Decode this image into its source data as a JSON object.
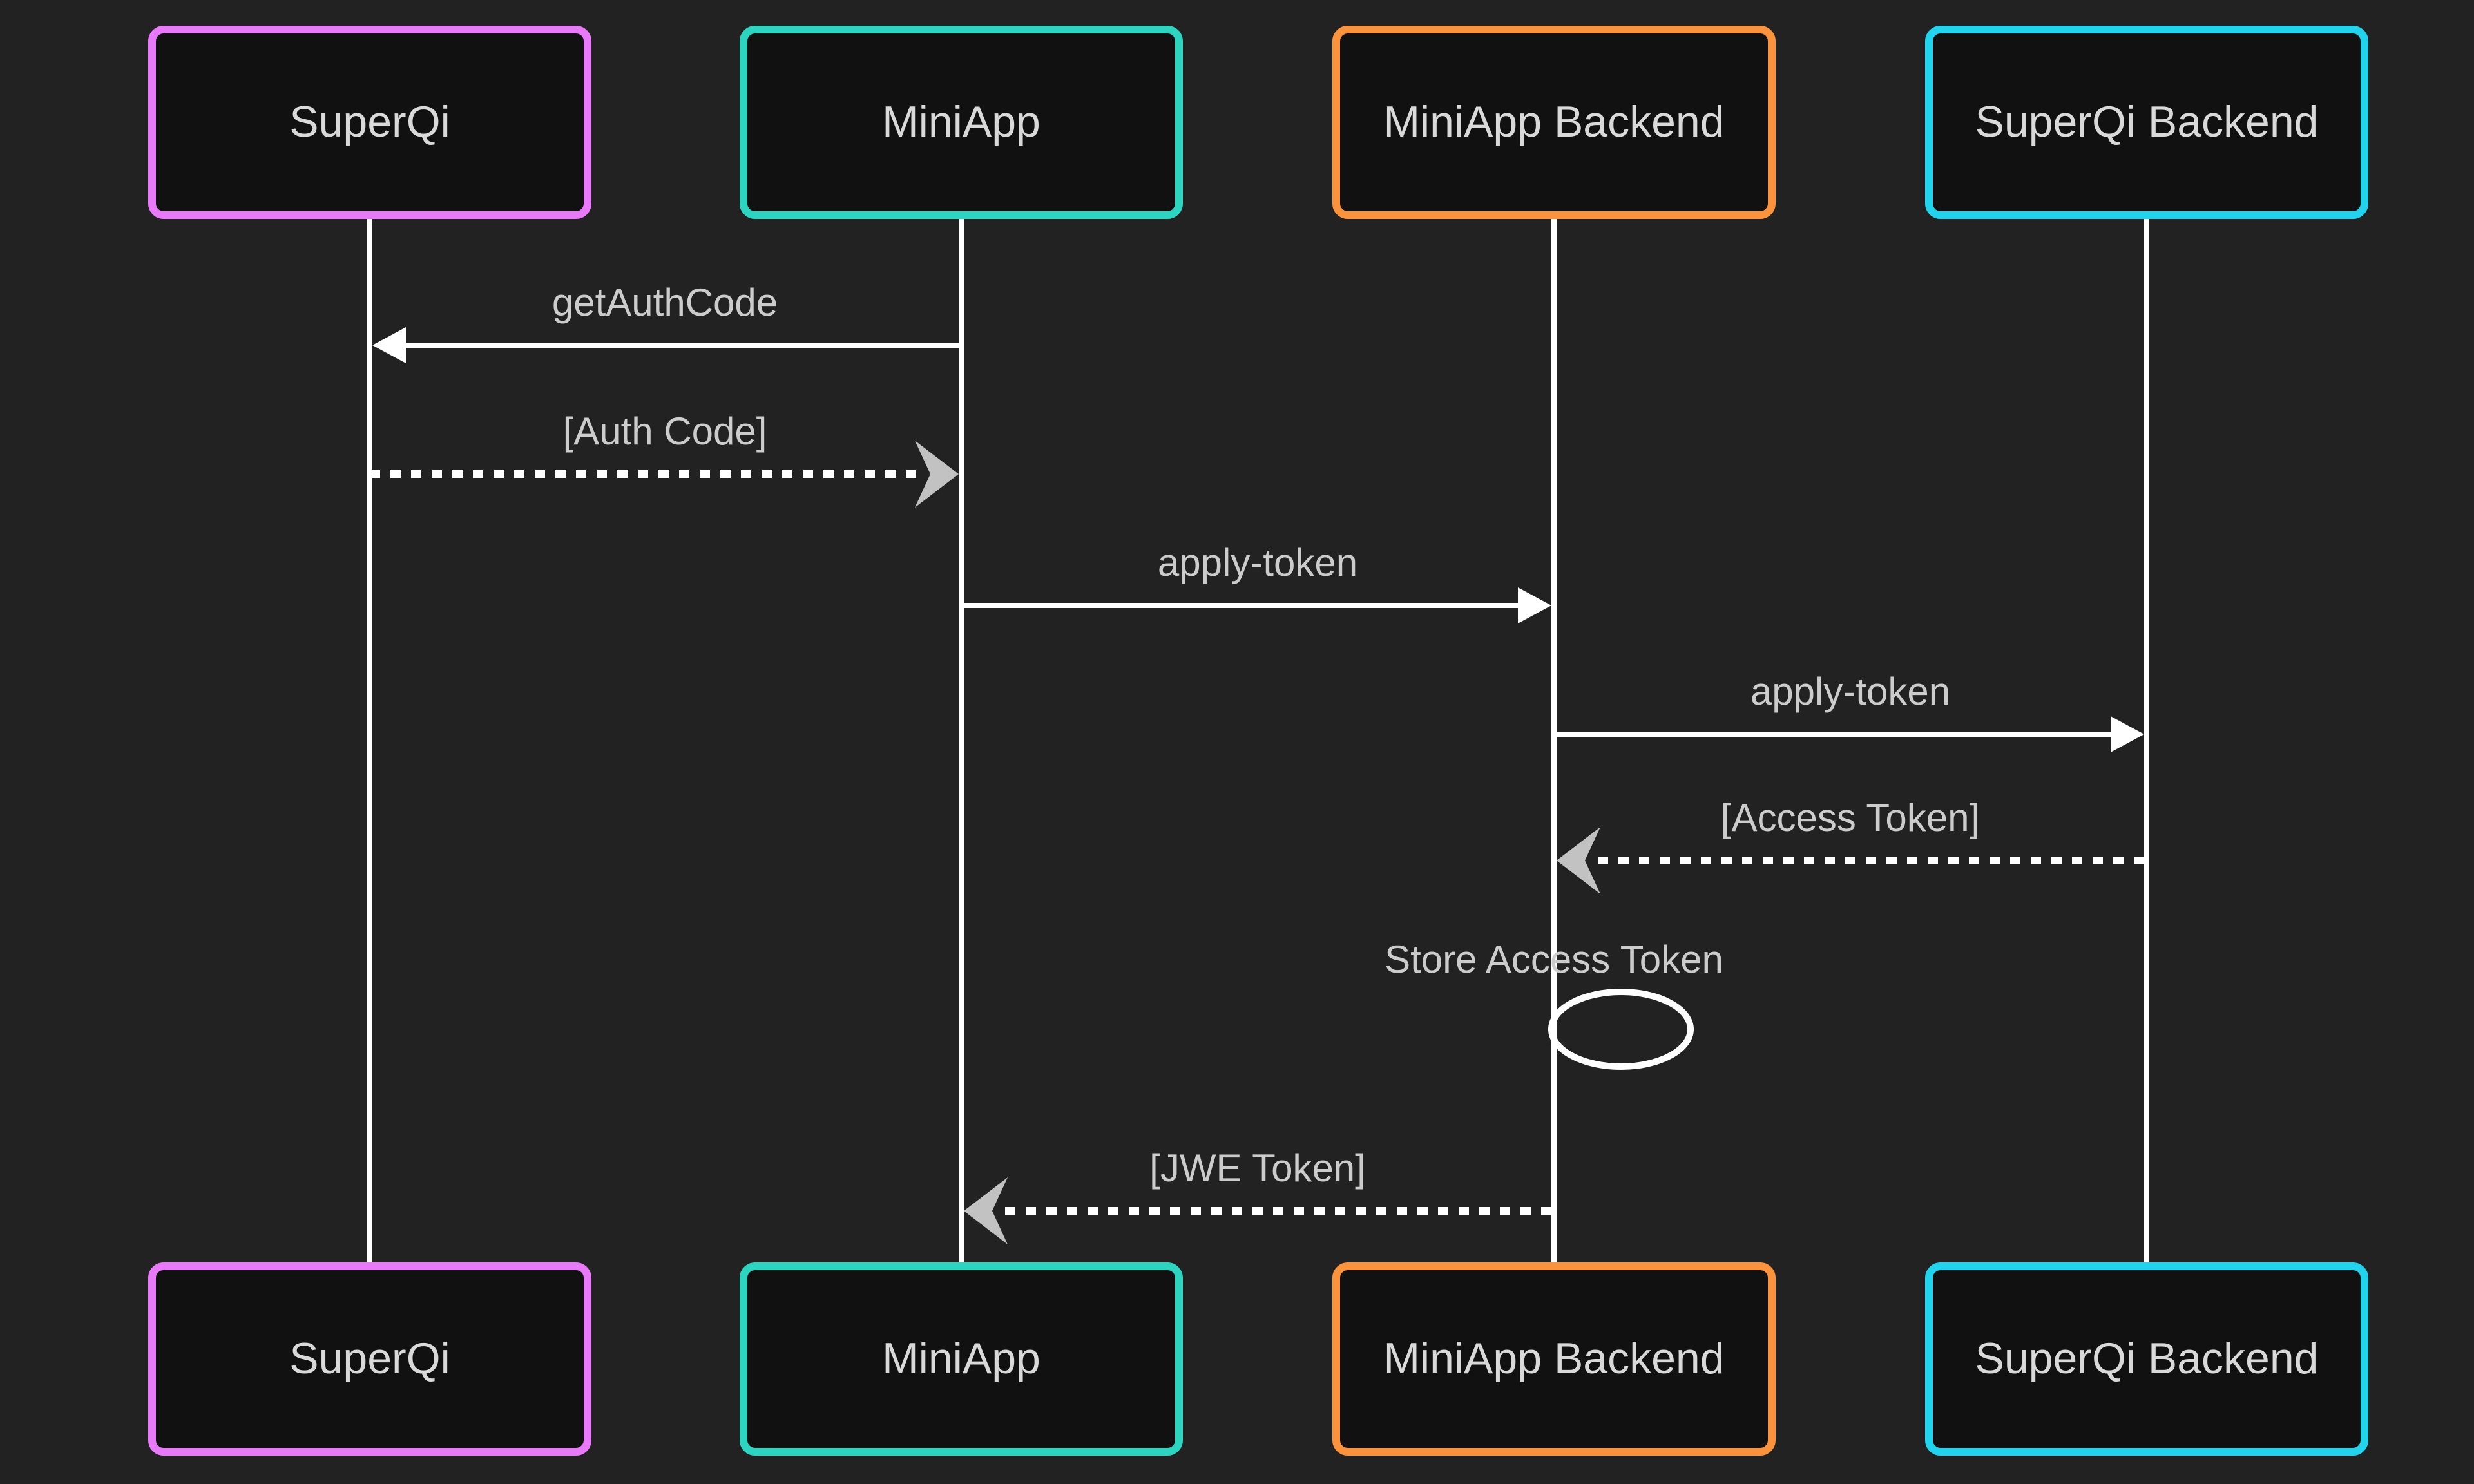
{
  "diagram_type": "sequence-diagram",
  "theme": {
    "background": "#222222",
    "actor_fill": "#111111",
    "actor_text": "#d9d9d9",
    "message_text": "#cccccc",
    "line": "#ffffff",
    "open_arrowhead": "#c2c2c2"
  },
  "actors": [
    {
      "id": "superqi",
      "name": "SuperQi",
      "color": "#e879f9"
    },
    {
      "id": "miniapp",
      "name": "MiniApp",
      "color": "#2dd4bf"
    },
    {
      "id": "miniapp-backend",
      "name": "MiniApp Backend",
      "color": "#fb923c"
    },
    {
      "id": "superqi-backend",
      "name": "SuperQi Backend",
      "color": "#22d3ee"
    }
  ],
  "messages": [
    {
      "label": "getAuthCode",
      "from": "MiniApp",
      "to": "SuperQi",
      "line": "solid",
      "arrowhead": "filled"
    },
    {
      "label": "[Auth Code]",
      "from": "SuperQi",
      "to": "MiniApp",
      "line": "dashed",
      "arrowhead": "open"
    },
    {
      "label": "apply-token",
      "from": "MiniApp",
      "to": "MiniApp Backend",
      "line": "solid",
      "arrowhead": "filled"
    },
    {
      "label": "apply-token",
      "from": "MiniApp Backend",
      "to": "SuperQi Backend",
      "line": "solid",
      "arrowhead": "filled"
    },
    {
      "label": "[Access Token]",
      "from": "SuperQi Backend",
      "to": "MiniApp Backend",
      "line": "dashed",
      "arrowhead": "open"
    },
    {
      "label": "Store Access Token",
      "from": "MiniApp Backend",
      "to": "MiniApp Backend",
      "line": "self-loop",
      "arrowhead": "none"
    },
    {
      "label": "[JWE Token]",
      "from": "MiniApp Backend",
      "to": "MiniApp",
      "line": "dashed",
      "arrowhead": "open"
    }
  ]
}
